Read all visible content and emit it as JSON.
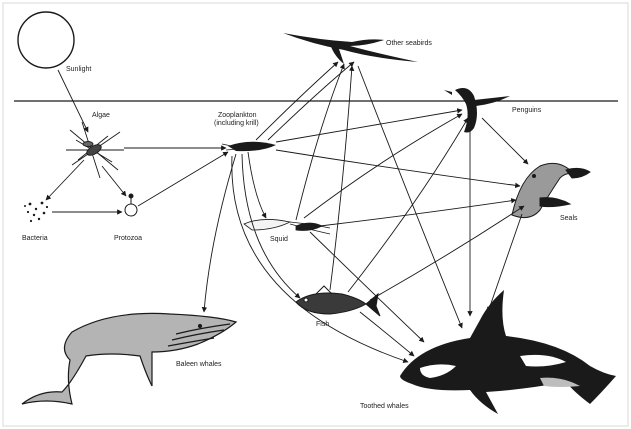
{
  "labels": {
    "sunlight": "Sunlight",
    "algae": "Algae",
    "zooplankton": "Zooplankton",
    "zooplankton_note": "(including krill)",
    "other_seabirds": "Other seabirds",
    "penguins": "Penguins",
    "seals": "Seals",
    "bacteria": "Bacteria",
    "protozoa": "Protozoa",
    "squid": "Squid",
    "fish": "Fish",
    "baleen_whales": "Baleen whales",
    "toothed_whales": "Toothed whales"
  },
  "colors": {
    "ink": "#1a1a1a",
    "background": "#ffffff",
    "frame": "#d8d8d8"
  }
}
